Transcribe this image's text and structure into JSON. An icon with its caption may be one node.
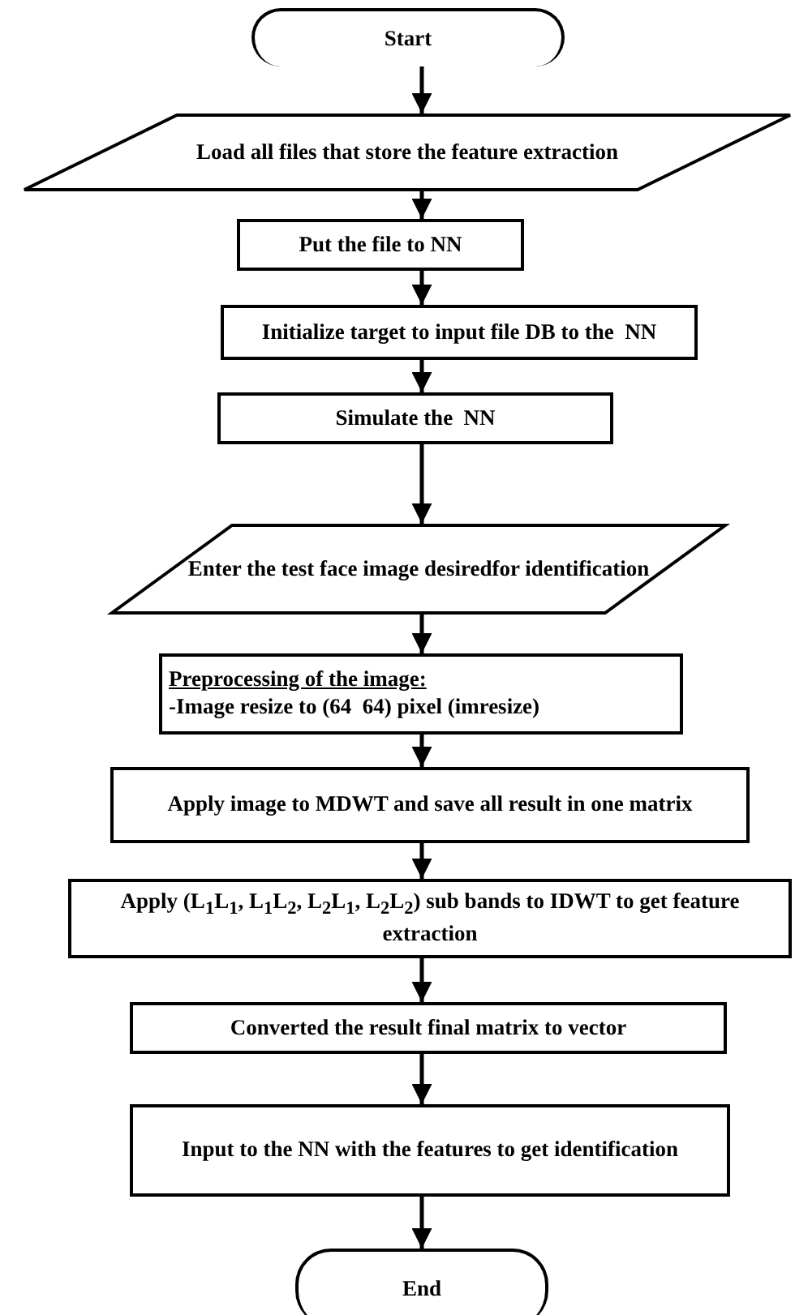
{
  "diagram": {
    "nodes": [
      {
        "text": [
          "Start"
        ]
      },
      {
        "text": [
          "Load all files that store the feature extraction"
        ]
      },
      {
        "text": [
          "Put the file to NN"
        ]
      },
      {
        "text": [
          "Initialize target to input file DB to the  NN"
        ]
      },
      {
        "text": [
          "Simulate the  NN"
        ]
      },
      {
        "text": [
          "Enter the test face image desiredfor identification"
        ]
      },
      {
        "text": [
          "Preprocessing of the image:",
          "-Image resize to (64  64) pixel (imresize)"
        ]
      },
      {
        "text": [
          "Apply image to MDWT and save all result in one matrix"
        ]
      },
      {
        "text": [
          "Apply (L$_{1}$L$_{1}$, L$_{1}$L$_{2}$, L$_{2}$L$_{1}$, L$_{2}$L$_{2}$) sub bands to IDWT to get feature extraction"
        ]
      },
      {
        "text": [
          "Converted the result final matrix to vector"
        ]
      },
      {
        "text": [
          "Input to the NN with the features to get identification"
        ]
      },
      {
        "text": [
          "End"
        ]
      }
    ],
    "edges": [
      {
        "from": 0,
        "to": 1,
        "arrow": "to"
      },
      {
        "from": 1,
        "to": 2,
        "arrow": "to"
      },
      {
        "from": 2,
        "to": 3,
        "arrow": "to"
      },
      {
        "from": 3,
        "to": 4,
        "arrow": "to"
      },
      {
        "from": 4,
        "to": 5,
        "arrow": "to"
      },
      {
        "from": 5,
        "to": 6,
        "arrow": "to"
      },
      {
        "from": 6,
        "to": 7,
        "arrow": "to"
      },
      {
        "from": 7,
        "to": 8,
        "arrow": "to"
      },
      {
        "from": 8,
        "to": 9,
        "arrow": "to"
      },
      {
        "from": 9,
        "to": 10,
        "arrow": "to"
      },
      {
        "from": 10,
        "to": 11,
        "arrow": "to"
      }
    ]
  }
}
